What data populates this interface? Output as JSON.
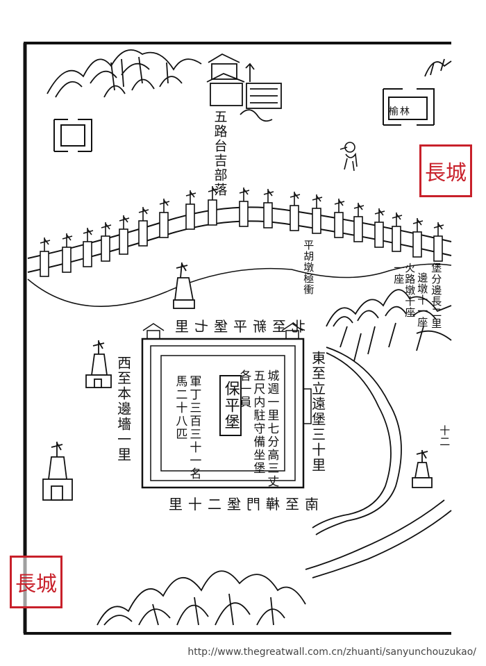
{
  "labels": {
    "wulu": "五路台吉部落",
    "north": "北至新平堡七里",
    "south": "南至樺門堡二十里",
    "east": "東至立遠堡三十里",
    "west": "西至本邊墻一里",
    "fort": "保平堡",
    "desc_a": "城週一里七分高三丈",
    "desc_b": "五尺内駐守備坐堡",
    "desc_c": "各一員",
    "troops_a": "軍丁三百三十一名",
    "troops_b": "馬二十八匹",
    "pinghu": "平胡墩極衝",
    "seg_a": "堡分邊長二里",
    "seg_b": "邊墩十一座",
    "seg_c": "火路墩十座",
    "seg_d": "一座",
    "edge": "十二",
    "yulin": "榆林",
    "seal": "長城"
  },
  "source_url": "http://www.thegreatwall.com.cn/zhuanti/sanyunchouzukao/",
  "colors": {
    "ink": "#111111",
    "seal": "#c8202a",
    "paper": "#ffffff"
  }
}
